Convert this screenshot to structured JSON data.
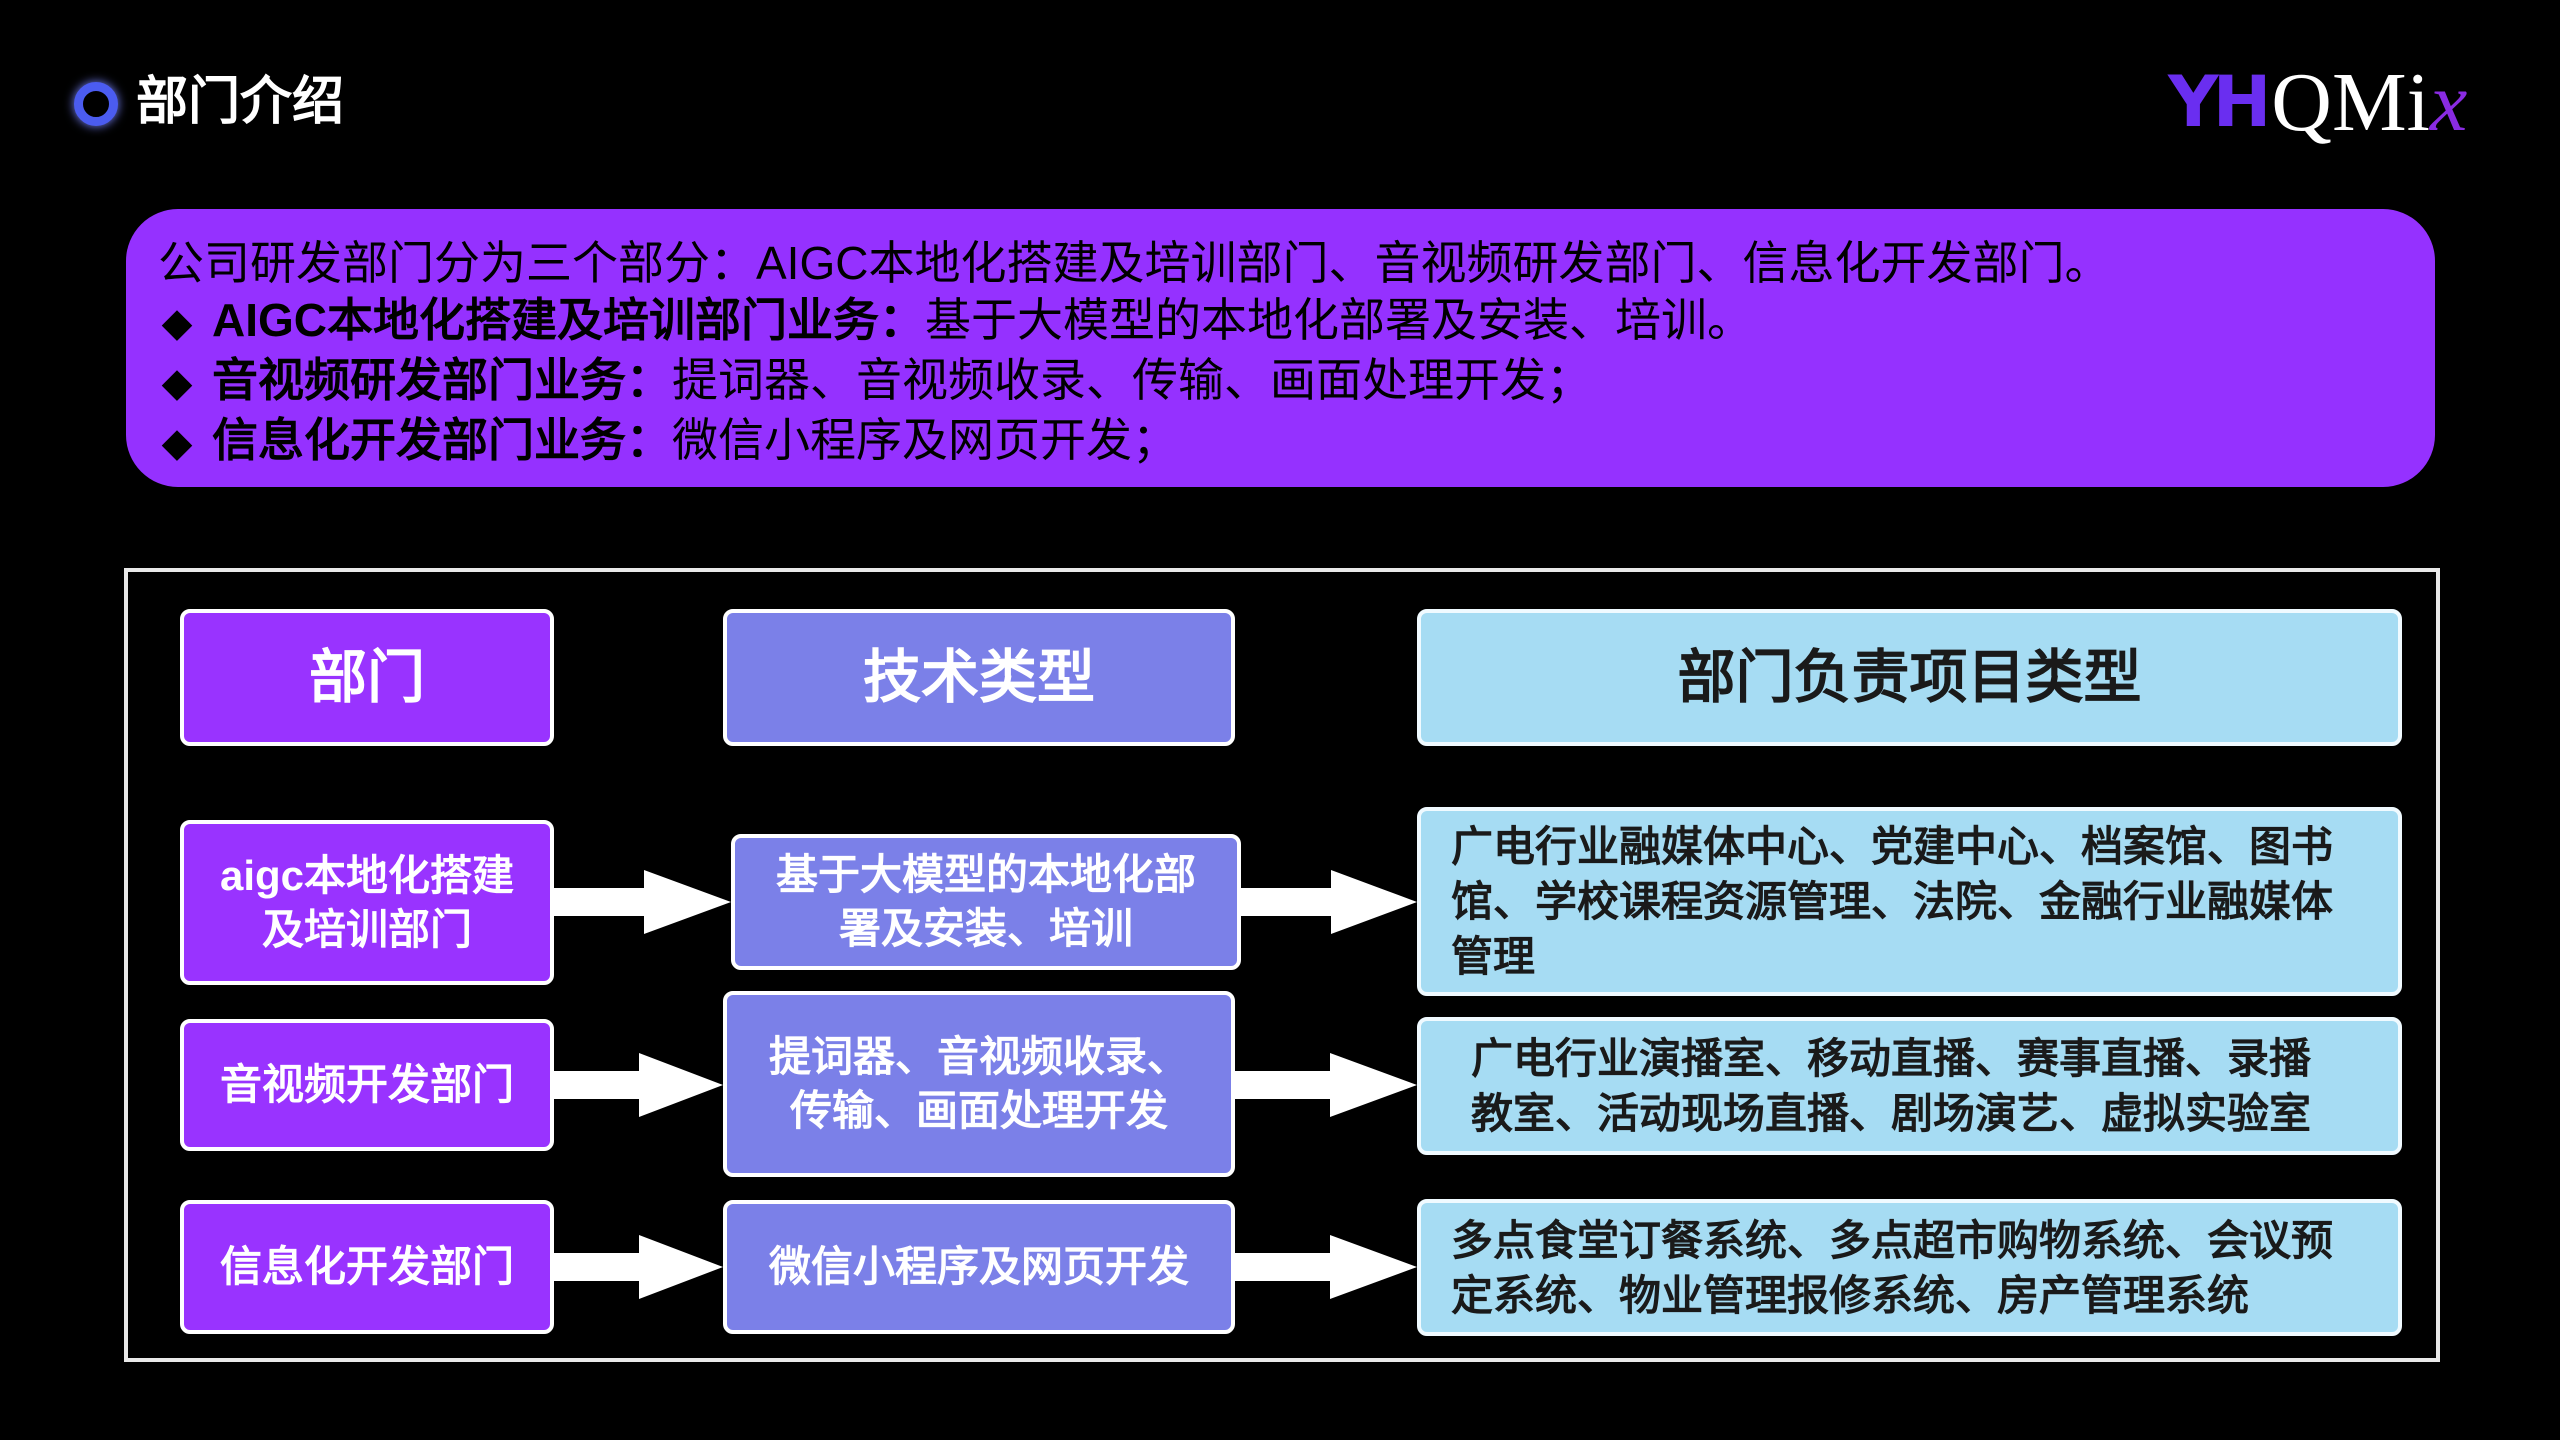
{
  "header": {
    "title": "部门介绍",
    "logo_text": "YHQMix"
  },
  "intro": {
    "summary": "公司研发部门分为三个部分：AIGC本地化搭建及培训部门、音视频研发部门、信息化开发部门。",
    "bullets": [
      {
        "label": "AIGC本地化搭建及培训部门业务：",
        "text": "基于大模型的本地化部署及安装、培训。"
      },
      {
        "label": "音视频研发部门业务：",
        "text": "提词器、音视频收录、传输、画面处理开发；"
      },
      {
        "label": "信息化开发部门业务：",
        "text": "微信小程序及网页开发；"
      }
    ],
    "bullet_symbol": "◆"
  },
  "table": {
    "headers": [
      "部门",
      "技术类型",
      "部门负责项目类型"
    ],
    "rows": [
      {
        "dept": "aigc本地化搭建及培训部门",
        "tech": "基于大模型的本地化部署及安装、培训",
        "projects": "广电行业融媒体中心、党建中心、档案馆、图书馆、学校课程资源管理、法院、金融行业融媒体管理"
      },
      {
        "dept": "音视频开发部门",
        "tech": "提词器、音视频收录、传输、画面处理开发",
        "projects": "广电行业演播室、移动直播、赛事直播、录播教室、活动现场直播、剧场演艺、虚拟实验室"
      },
      {
        "dept": "信息化开发部门",
        "tech": "微信小程序及网页开发",
        "projects": "多点食堂订餐系统、多点超市购物系统、会议预定系统、物业管理报修系统、房产管理系统"
      }
    ]
  },
  "colors": {
    "accent": "#9531ff",
    "tech": "#7b80e8",
    "project": "#a6dcf3"
  }
}
